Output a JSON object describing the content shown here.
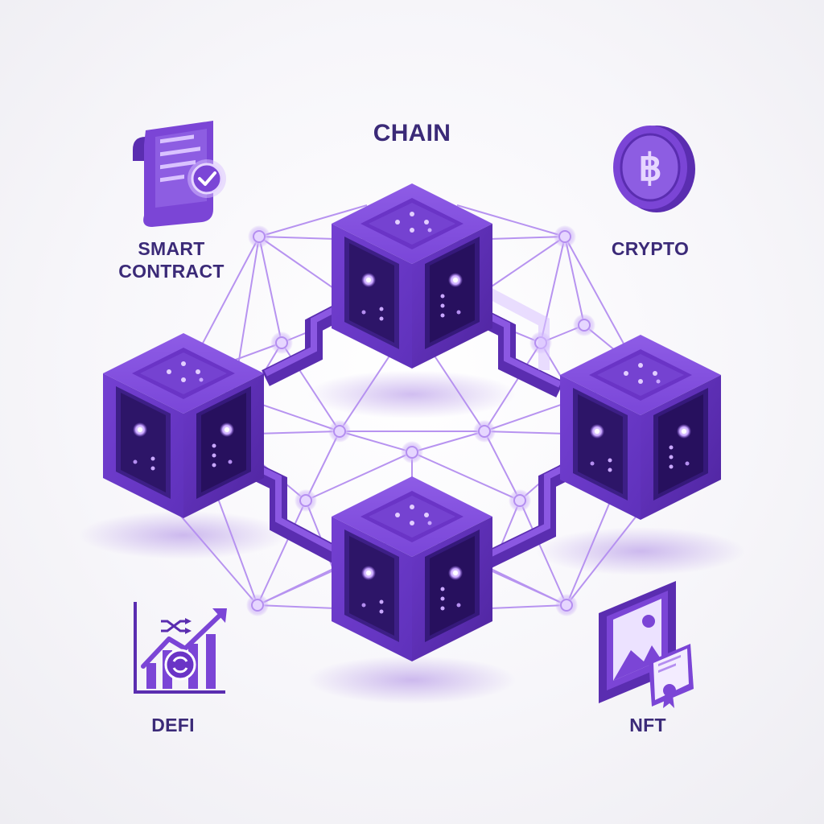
{
  "labels": {
    "chain": "CHAIN",
    "smart_contract": "SMART\nCONTRACT",
    "crypto": "CRYPTO",
    "defi": "DEFI",
    "nft": "NFT"
  },
  "icons": {
    "smart_contract": "document-check-icon",
    "crypto": "bitcoin-coin-icon",
    "defi": "growth-chart-icon",
    "nft": "image-certificate-icon",
    "blocks": "block-cube-icon"
  },
  "colors": {
    "primary": "#7b45d6",
    "primary_dark": "#5a2db0",
    "primary_light": "#9a6be8",
    "network_line": "#b48ef0",
    "node_glow": "#d9c2ff",
    "label": "#3b2a78"
  }
}
